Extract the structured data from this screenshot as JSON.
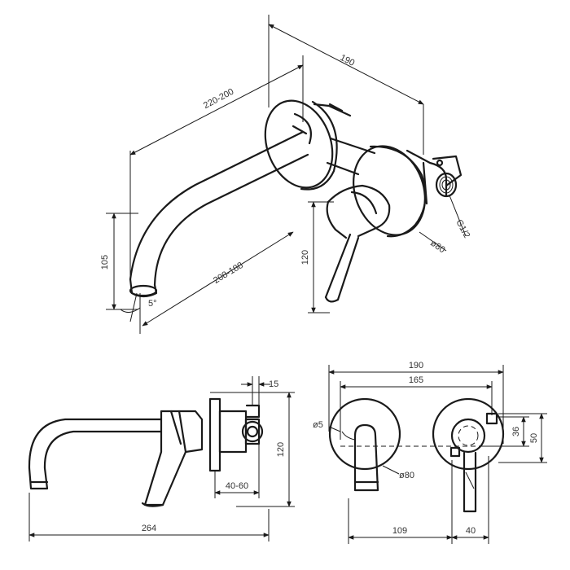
{
  "colors": {
    "line": "#1a1a1a",
    "text": "#333333",
    "background": "#ffffff"
  },
  "dimensions": {
    "iso_190": "190",
    "iso_220_200": "220-200",
    "iso_105": "105",
    "iso_208_188": "208-188",
    "iso_5deg": "5°",
    "iso_120": "120",
    "iso_g12": "G1/2",
    "iso_d80": "ø80",
    "side_15": "15",
    "side_120": "120",
    "side_40_60": "40-60",
    "side_264": "264",
    "front_190": "190",
    "front_165": "165",
    "front_d5": "ø5",
    "front_d80": "ø80",
    "front_36": "36",
    "front_50": "50",
    "front_109": "109",
    "front_40": "40"
  }
}
